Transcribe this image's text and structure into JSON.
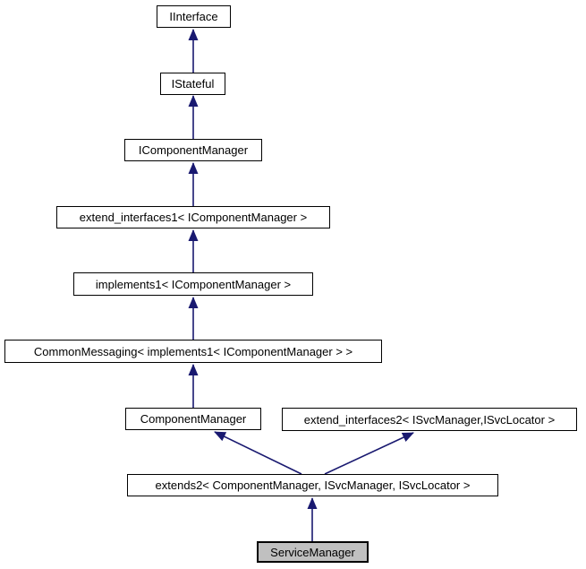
{
  "diagram": {
    "type": "class-inheritance-graph",
    "nodes": [
      {
        "id": "iinterface",
        "label": "IInterface",
        "highlighted": false
      },
      {
        "id": "istateful",
        "label": "IStateful",
        "highlighted": false
      },
      {
        "id": "icomponentmanager",
        "label": "IComponentManager",
        "highlighted": false
      },
      {
        "id": "extend-interfaces1",
        "label": "extend_interfaces1< IComponentManager >",
        "highlighted": false
      },
      {
        "id": "implements1",
        "label": "implements1< IComponentManager >",
        "highlighted": false
      },
      {
        "id": "commonmessaging",
        "label": "CommonMessaging< implements1< IComponentManager > >",
        "highlighted": false
      },
      {
        "id": "componentmanager",
        "label": "ComponentManager",
        "highlighted": false
      },
      {
        "id": "extend-interfaces2",
        "label": "extend_interfaces2< ISvcManager,ISvcLocator >",
        "highlighted": false
      },
      {
        "id": "extends2",
        "label": "extends2< ComponentManager, ISvcManager, ISvcLocator >",
        "highlighted": false
      },
      {
        "id": "servicemanager",
        "label": "ServiceManager",
        "highlighted": true
      }
    ],
    "edges": [
      {
        "from": "IStateful",
        "to": "IInterface"
      },
      {
        "from": "IComponentManager",
        "to": "IStateful"
      },
      {
        "from": "extend_interfaces1< IComponentManager >",
        "to": "IComponentManager"
      },
      {
        "from": "implements1< IComponentManager >",
        "to": "extend_interfaces1< IComponentManager >"
      },
      {
        "from": "CommonMessaging< implements1< IComponentManager > >",
        "to": "implements1< IComponentManager >"
      },
      {
        "from": "ComponentManager",
        "to": "CommonMessaging< implements1< IComponentManager > >"
      },
      {
        "from": "extends2< ComponentManager, ISvcManager, ISvcLocator >",
        "to": "ComponentManager"
      },
      {
        "from": "extends2< ComponentManager, ISvcManager, ISvcLocator >",
        "to": "extend_interfaces2< ISvcManager,ISvcLocator >"
      },
      {
        "from": "ServiceManager",
        "to": "extends2< ComponentManager, ISvcManager, ISvcLocator >"
      }
    ],
    "colors": {
      "edge": "#191970",
      "node_border": "#000000",
      "node_fill": "#ffffff",
      "highlight_fill": "#c0c0c0",
      "text": "#000000",
      "background": "#ffffff"
    }
  }
}
